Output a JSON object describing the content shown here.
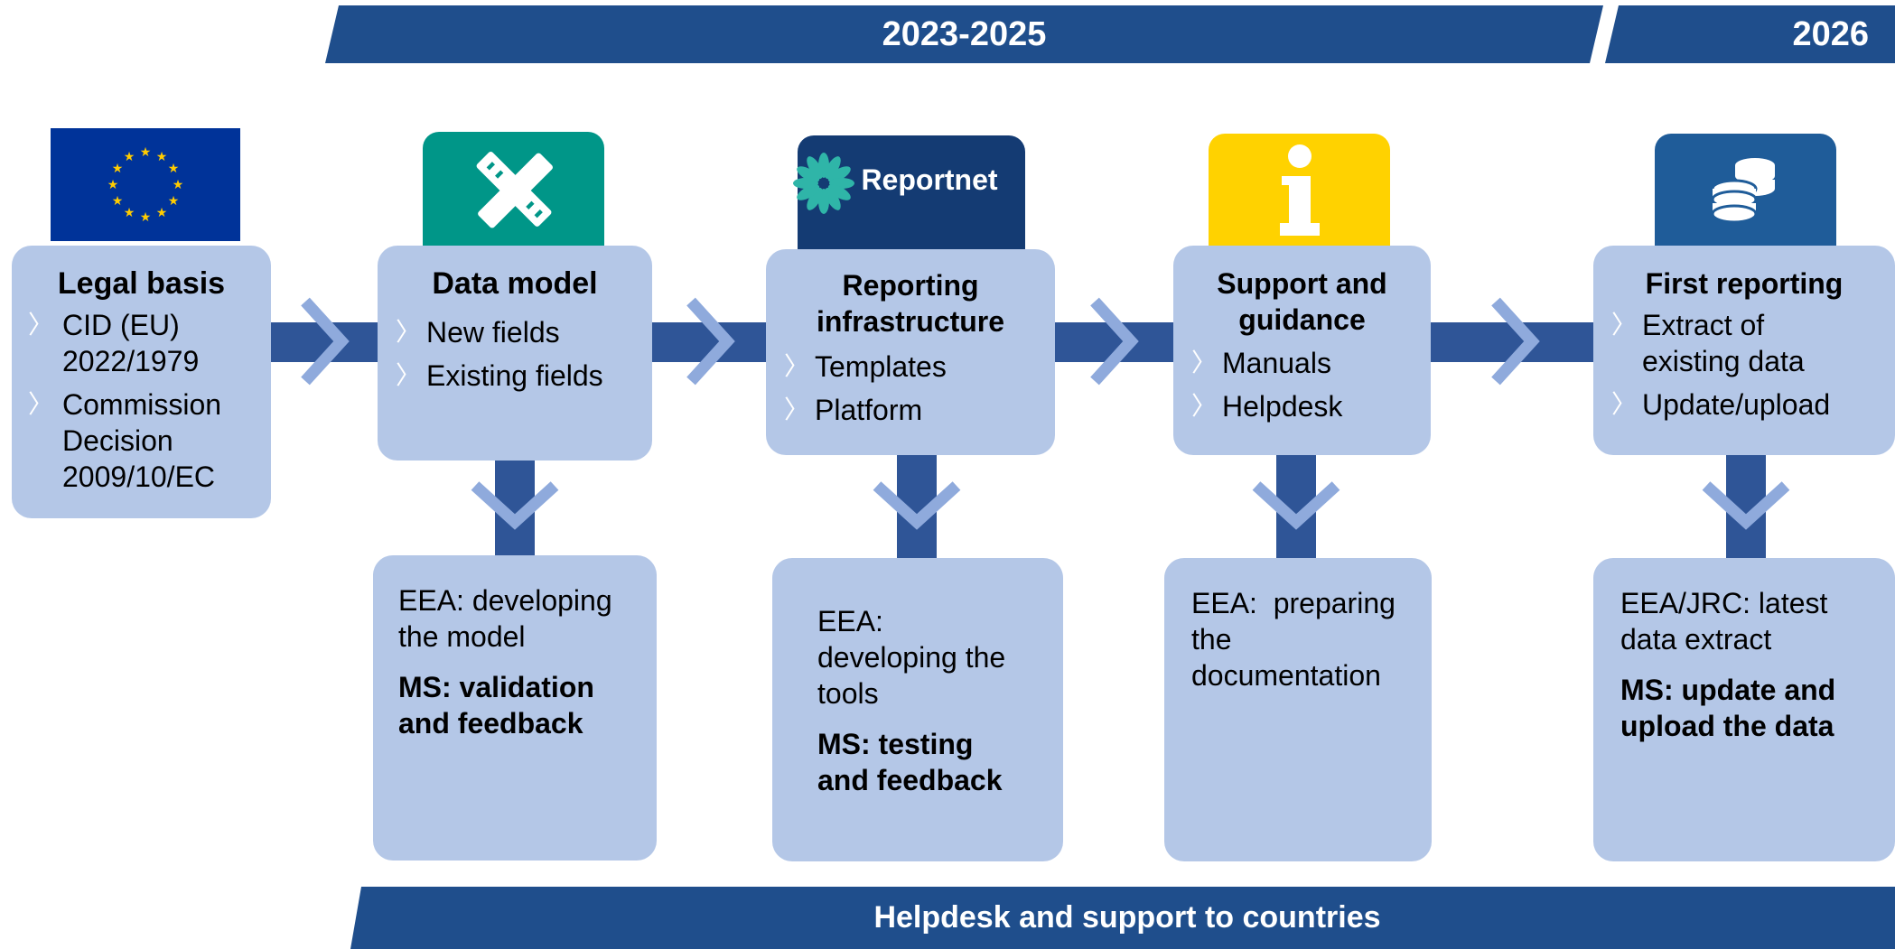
{
  "header": {
    "period_main": "2023-2025",
    "period_next": "2026"
  },
  "stages": [
    {
      "title": "Legal basis",
      "bullets": [
        "CID (EU) 2022/1979",
        "Commission Decision 2009/10/EC"
      ],
      "icon": "eu-flag-icon"
    },
    {
      "title": "Data model",
      "bullets": [
        "New fields",
        "Existing fields"
      ],
      "icon": "pencil-ruler-icon",
      "detail_normal": "EEA: developing the model",
      "detail_bold": "MS: validation and feedback"
    },
    {
      "title": "Reporting infrastructure",
      "bullets": [
        "Templates",
        "Platform"
      ],
      "icon": "reportnet-logo",
      "icon_text": "Reportnet",
      "detail_normal": "EEA: developing the tools",
      "detail_bold": "MS: testing and feedback"
    },
    {
      "title": "Support and guidance",
      "bullets": [
        "Manuals",
        "Helpdesk"
      ],
      "icon": "info-icon",
      "detail_normal": "EEA:  preparing the documentation"
    },
    {
      "title": "First reporting",
      "bullets": [
        "Extract of existing data",
        "Update/upload"
      ],
      "icon": "database-icon",
      "detail_normal": "EEA/JRC: latest data extract",
      "detail_bold": "MS: update and upload the data"
    }
  ],
  "footer": {
    "label": "Helpdesk and support to countries"
  },
  "colors": {
    "banner": "#1f4e8c",
    "card": "#b4c7e7",
    "connector": "#2f5597",
    "chevron": "#8faadc",
    "eu_blue": "#003399",
    "eu_star": "#ffcc00",
    "data_model_tile": "#009688",
    "reportnet_tile": "#143b73",
    "info_tile": "#ffd200",
    "database_tile": "#1f5c99"
  }
}
